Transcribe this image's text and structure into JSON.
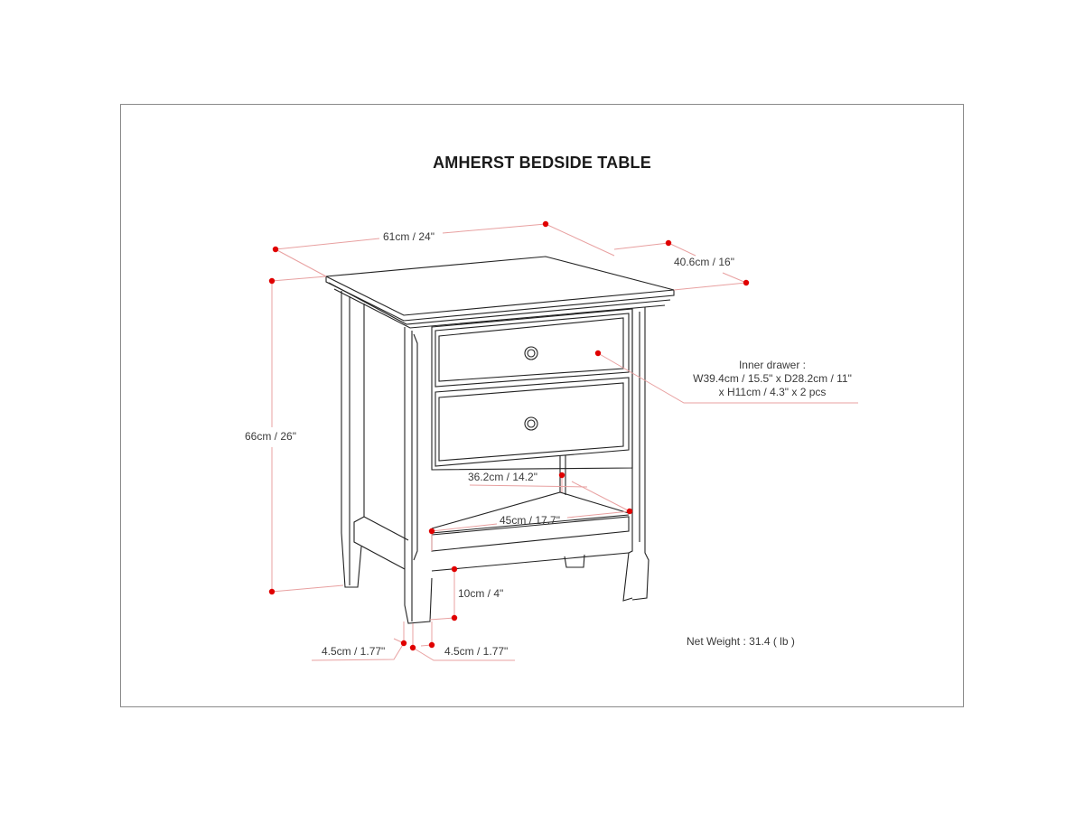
{
  "title": "AMHERST BEDSIDE TABLE",
  "dimensions": {
    "width": "61cm / 24\"",
    "depth": "40.6cm / 16\"",
    "height": "66cm / 26\"",
    "inner_drawer_label": "Inner drawer :",
    "inner_drawer_line1": "W39.4cm / 15.5\" x D28.2cm / 11\"",
    "inner_drawer_line2": "x H11cm / 4.3\" x 2 pcs",
    "shelf_depth": "36.2cm / 14.2\"",
    "shelf_width": "45cm / 17.7\"",
    "leg_clearance": "10cm / 4\"",
    "leg_width_left": "4.5cm / 1.77\"",
    "leg_width_right": "4.5cm / 1.77\""
  },
  "net_weight": "Net Weight : 31.4 ( lb )",
  "colors": {
    "dimension_line": "#e8a0a0",
    "dimension_dot": "#e00000",
    "outline": "#222222",
    "frame": "#8a8a8a"
  }
}
